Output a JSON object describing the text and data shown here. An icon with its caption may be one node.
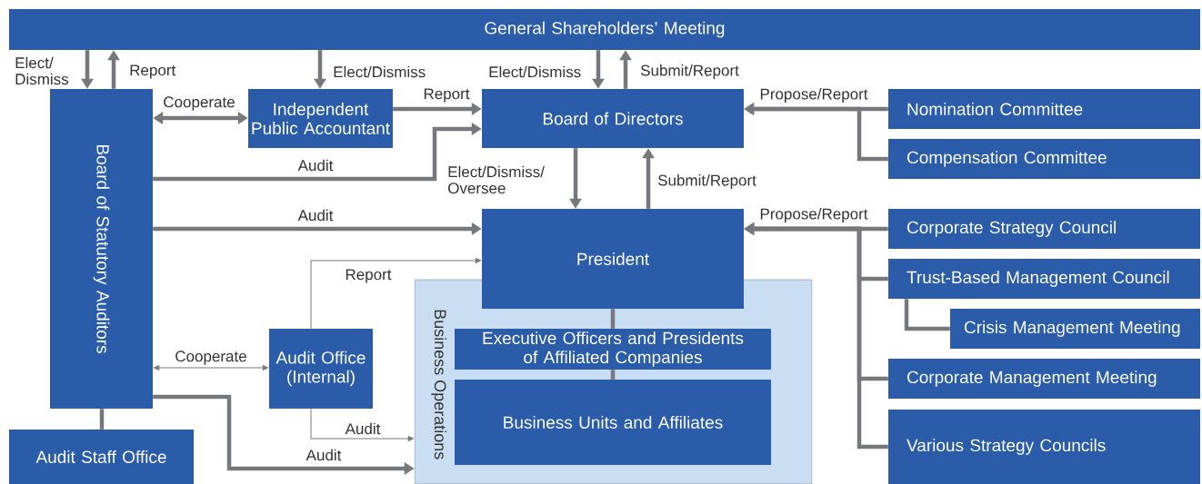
{
  "diagram": {
    "nodes": [
      {
        "text": [
          "General Shareholders’ Meeting"
        ]
      },
      {
        "text": [
          "Board of Statutory Auditors"
        ]
      },
      {
        "text": [
          "Independent Public Accountant"
        ]
      },
      {
        "text": [
          "Board of Directors"
        ]
      },
      {
        "text": [
          "Nomination Committee"
        ]
      },
      {
        "text": [
          "Compensation Committee"
        ]
      },
      {
        "text": [
          "President"
        ]
      },
      {
        "text": [
          "Business Operations"
        ]
      },
      {
        "text": [
          "Executive Officers and Presidents of Affiliated Companies"
        ],
        "in": 7
      },
      {
        "text": [
          "Business Units and Affiliates"
        ],
        "in": 7
      },
      {
        "text": [
          "Corporate Strategy Council"
        ]
      },
      {
        "text": [
          "Trust-Based Management Council"
        ]
      },
      {
        "text": [
          "Crisis Management Meeting"
        ]
      },
      {
        "text": [
          "Corporate Management Meeting"
        ]
      },
      {
        "text": [
          "Various Strategy Councils"
        ]
      },
      {
        "text": [
          "Audit Office (Internal)"
        ]
      },
      {
        "text": [
          "Audit Staff Office"
        ]
      }
    ],
    "edges": [
      {
        "from": 0,
        "to": 1,
        "arrow": "to",
        "label": "Elect/ Dismiss"
      },
      {
        "from": 1,
        "to": 0,
        "arrow": "to",
        "label": "Report"
      },
      {
        "from": 0,
        "to": 2,
        "arrow": "to",
        "label": "Elect/Dismiss"
      },
      {
        "from": 0,
        "to": 3,
        "arrow": "to",
        "label": "Elect/Dismiss"
      },
      {
        "from": 3,
        "to": 0,
        "arrow": "to",
        "label": "Submit/Report"
      },
      {
        "from": 1,
        "to": 2,
        "arrow": "both",
        "label": "Cooperate"
      },
      {
        "from": 2,
        "to": 3,
        "arrow": "to",
        "label": "Report"
      },
      {
        "from": 1,
        "to": 3,
        "arrow": "to",
        "label": "Audit"
      },
      {
        "from": 3,
        "to": 6,
        "arrow": "to",
        "label": "Elect/Dismiss/ Oversee"
      },
      {
        "from": 6,
        "to": 3,
        "arrow": "to",
        "label": "Submit/Report"
      },
      {
        "from": 4,
        "to": 3,
        "arrow": "to",
        "label": "Propose/Report"
      },
      {
        "from": 5,
        "to": 3,
        "arrow": "to"
      },
      {
        "from": 1,
        "to": 6,
        "arrow": "to",
        "label": "Audit"
      },
      {
        "from": 10,
        "to": 6,
        "arrow": "to",
        "label": "Propose/Report"
      },
      {
        "from": 11,
        "to": 6,
        "arrow": "to"
      },
      {
        "from": 13,
        "to": 6,
        "arrow": "to"
      },
      {
        "from": 14,
        "to": 6,
        "arrow": "to"
      },
      {
        "from": 11,
        "to": 12,
        "arrow": "none"
      },
      {
        "from": 15,
        "to": 6,
        "arrow": "to",
        "label": "Report"
      },
      {
        "from": 1,
        "to": 15,
        "arrow": "both",
        "label": "Cooperate"
      },
      {
        "from": 15,
        "to": 7,
        "arrow": "to",
        "label": "Audit"
      },
      {
        "from": 1,
        "to": 7,
        "arrow": "to",
        "label": "Audit"
      },
      {
        "from": 6,
        "to": 8,
        "arrow": "none"
      },
      {
        "from": 8,
        "to": 9,
        "arrow": "none"
      },
      {
        "from": 1,
        "to": 16,
        "arrow": "none"
      }
    ]
  }
}
